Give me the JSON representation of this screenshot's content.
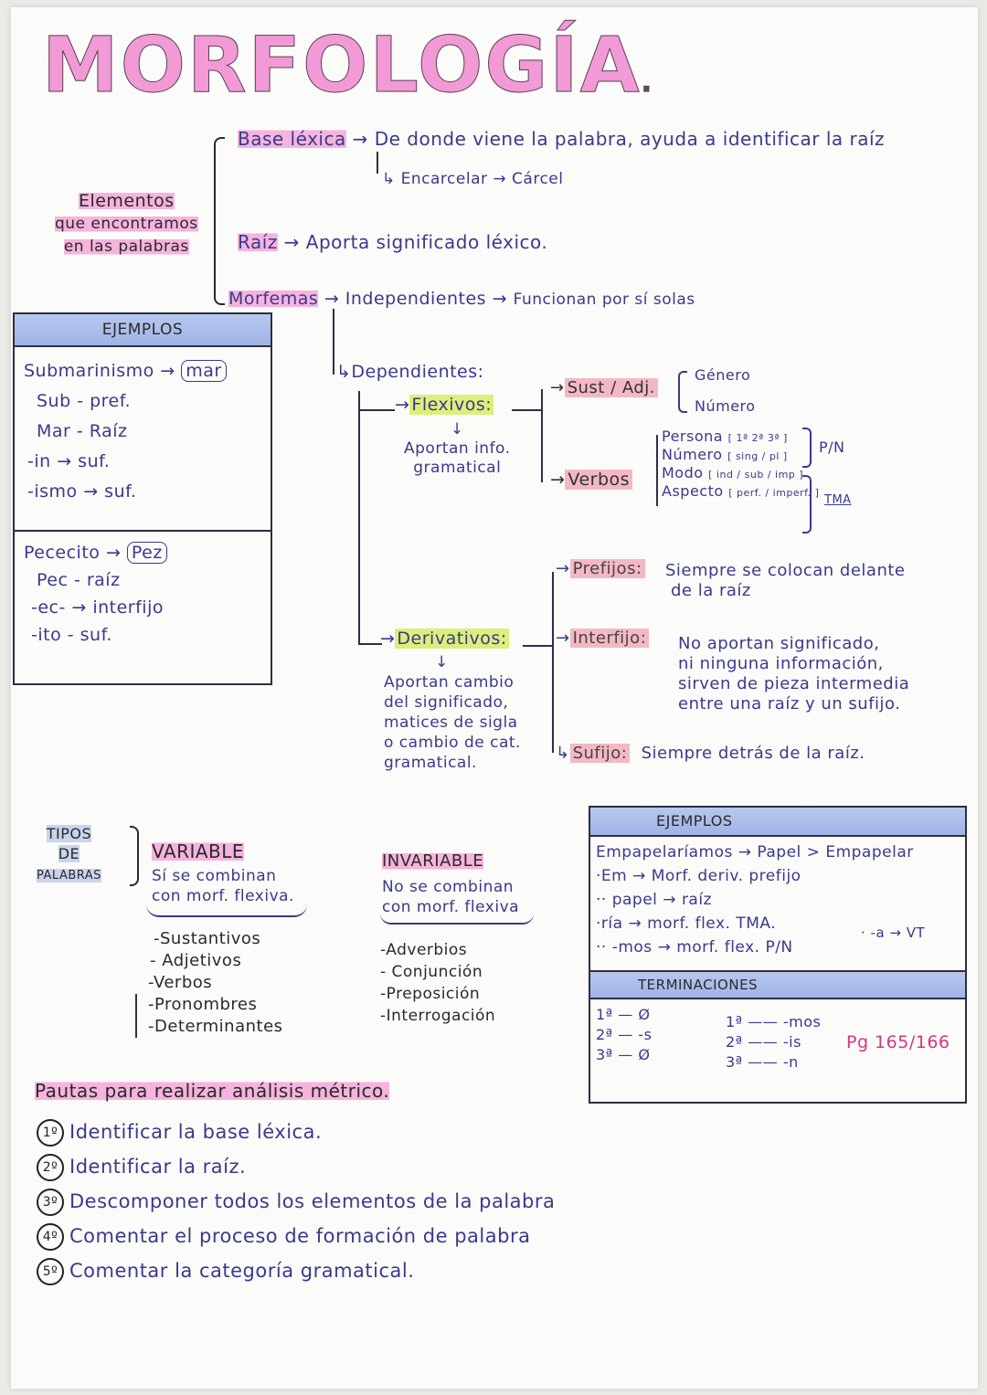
{
  "title": "MORFOLOGÍA",
  "elements": {
    "label_lines": [
      "Elementos",
      "que encontramos",
      "en las palabras"
    ],
    "base_lexica": {
      "label": "Base léxica",
      "description": "De donde viene la palabra, ayuda a identificar la raíz",
      "example": "Encarcelar → Cárcel"
    },
    "raiz": {
      "label": "Raíz",
      "description": "Aporta significado léxico."
    },
    "morfemas": {
      "label": "Morfemas",
      "independientes": {
        "label": "Independientes",
        "description": "Funcionan por sí solas"
      },
      "dependientes": {
        "label": "Dependientes:",
        "flexivos": {
          "label": "Flexivos:",
          "description_lines": [
            "Aportan info.",
            "gramatical"
          ],
          "sust_adj": {
            "label": "Sust / Adj.",
            "items": [
              "Género",
              "Número"
            ]
          },
          "verbos": {
            "label": "Verbos",
            "items": [
              {
                "label": "Persona",
                "values": [
                  "1ª",
                  "2ª",
                  "3ª"
                ]
              },
              {
                "label": "Número",
                "values": [
                  "sing",
                  "pl"
                ]
              },
              {
                "label": "Modo",
                "values": [
                  "ind",
                  "sub",
                  "imp"
                ]
              },
              {
                "label": "Aspecto",
                "values": [
                  "perf.",
                  "imperf."
                ]
              }
            ],
            "group_pn": "P/N",
            "group_tma": "TMA"
          }
        },
        "derivativos": {
          "label": "Derivativos:",
          "description_lines": [
            "Aportan cambio",
            "del significado,",
            "matices de sigla",
            "o cambio de cat.",
            "gramatical."
          ],
          "prefijos": {
            "label": "Prefijos:",
            "description_lines": [
              "Siempre se colocan delante",
              "de la raíz"
            ]
          },
          "interfijo": {
            "label": "Interfijo:",
            "description_lines": [
              "No aportan significado,",
              "ni ninguna información,",
              "sirven de pieza intermedia",
              "entre una raíz y un sufijo."
            ]
          },
          "sufijo": {
            "label": "Sufijo:",
            "description": "Siempre detrás de la raíz."
          }
        }
      }
    }
  },
  "examples_left": {
    "header": "EJEMPLOS",
    "group1": {
      "word": "Submarinismo",
      "root_box": "mar",
      "lines": [
        "Sub - pref.",
        "Mar - Raíz",
        "-in → suf.",
        "-ismo → suf."
      ]
    },
    "group2": {
      "word": "Pececito",
      "root_box": "Pez",
      "lines": [
        "Pec - raíz",
        "-ec- → interfijo",
        "-ito - suf."
      ]
    }
  },
  "word_types": {
    "label_lines": [
      "TIPOS",
      "DE",
      "PALABRAS"
    ],
    "variable": {
      "label": "VARIABLE",
      "description_lines": [
        "Sí se combinan",
        "con morf. flexiva."
      ],
      "items": [
        "-Sustantivos",
        "- Adjetivos",
        "-Verbos",
        "-Pronombres",
        "-Determinantes"
      ]
    },
    "invariable": {
      "label": "INVARIABLE",
      "description_lines": [
        "No se combinan",
        "con morf. flexiva"
      ],
      "items": [
        "-Adverbios",
        "- Conjunción",
        "-Preposición",
        "-Interrogación"
      ]
    }
  },
  "examples_right": {
    "header": "EJEMPLOS",
    "word_line": "Empapelaríamos → Papel > Empapelar",
    "lines": [
      "·Em → Morf. deriv. prefijo",
      "·· papel → raíz",
      "·ría → morf. flex. TMA.",
      "·· -mos → morf. flex. P/N"
    ],
    "side_note": "· -a → VT",
    "terminaciones": {
      "header": "TERMINACIONES",
      "singular": [
        "1ª — Ø",
        "2ª — -s",
        "3ª — Ø"
      ],
      "plural": [
        "1ª —— -mos",
        "2ª —— -is",
        "3ª —— -n"
      ],
      "page_ref": "Pg 165/166"
    }
  },
  "guidelines": {
    "title": "Pautas para realizar análisis métrico.",
    "steps": [
      {
        "num": "1º",
        "text": "Identificar la base léxica."
      },
      {
        "num": "2º",
        "text": "Identificar la raíz."
      },
      {
        "num": "3º",
        "text": "Descomponer todos los elementos de la palabra"
      },
      {
        "num": "4º",
        "text": "Comentar el proceso de formación de palabra"
      },
      {
        "num": "5º",
        "text": "Comentar la categoría gramatical."
      }
    ]
  },
  "colors": {
    "title_pink": "#f29ad6",
    "highlight_pink": "#f6b3dd",
    "highlight_salmon": "#f4b8c4",
    "highlight_lime": "#dcef7a",
    "box_header_blue": "#a9bbe9",
    "ink_blue": "#3a3a8c",
    "page_ref_magenta": "#d2387e"
  }
}
